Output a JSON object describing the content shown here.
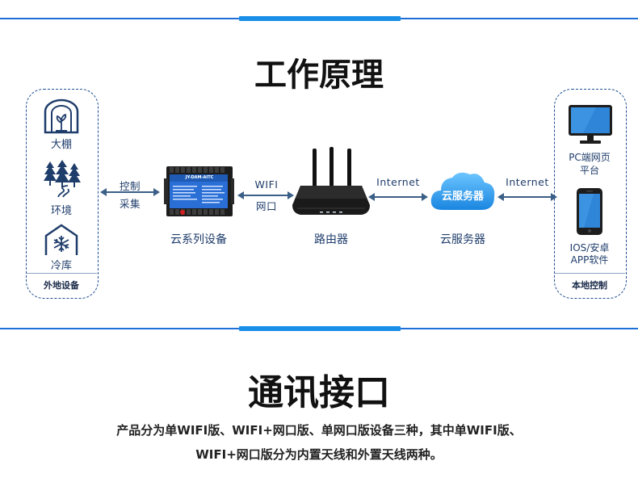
{
  "section1": {
    "title": "工作原理"
  },
  "left_box": {
    "items": [
      "大棚",
      "环境",
      "冷库"
    ],
    "caption": "外地设备"
  },
  "arrow1": {
    "label_top": "控制",
    "label_bottom": "采集"
  },
  "device": {
    "label": "云系列设备",
    "model": "JY-DAM-AITC"
  },
  "arrow2": {
    "label_top": "WIFI",
    "label_bottom": "网口"
  },
  "router": {
    "label": "路由器"
  },
  "arrow3": {
    "label": "Internet"
  },
  "cloud": {
    "inner_label": "云服务器",
    "label": "云服务器"
  },
  "arrow4": {
    "label": "Internet"
  },
  "right_box": {
    "pc_label_line1": "PC端网页",
    "pc_label_line2": "平台",
    "app_label_line1": "IOS/安卓",
    "app_label_line2": "APP软件",
    "caption": "本地控制"
  },
  "section2": {
    "title": "通讯接口",
    "desc_line1": "产品分为单WIFI版、WIFI+网口版、单网口版设备三种，其中单WIFI版、",
    "desc_line2": "WIFI+网口版分为内置天线和外置天线两种。"
  },
  "colors": {
    "accent": "#1a8fe8",
    "line": "#1e6fd8",
    "navy": "#1f3d6b",
    "arrow": "#3b5f86"
  }
}
